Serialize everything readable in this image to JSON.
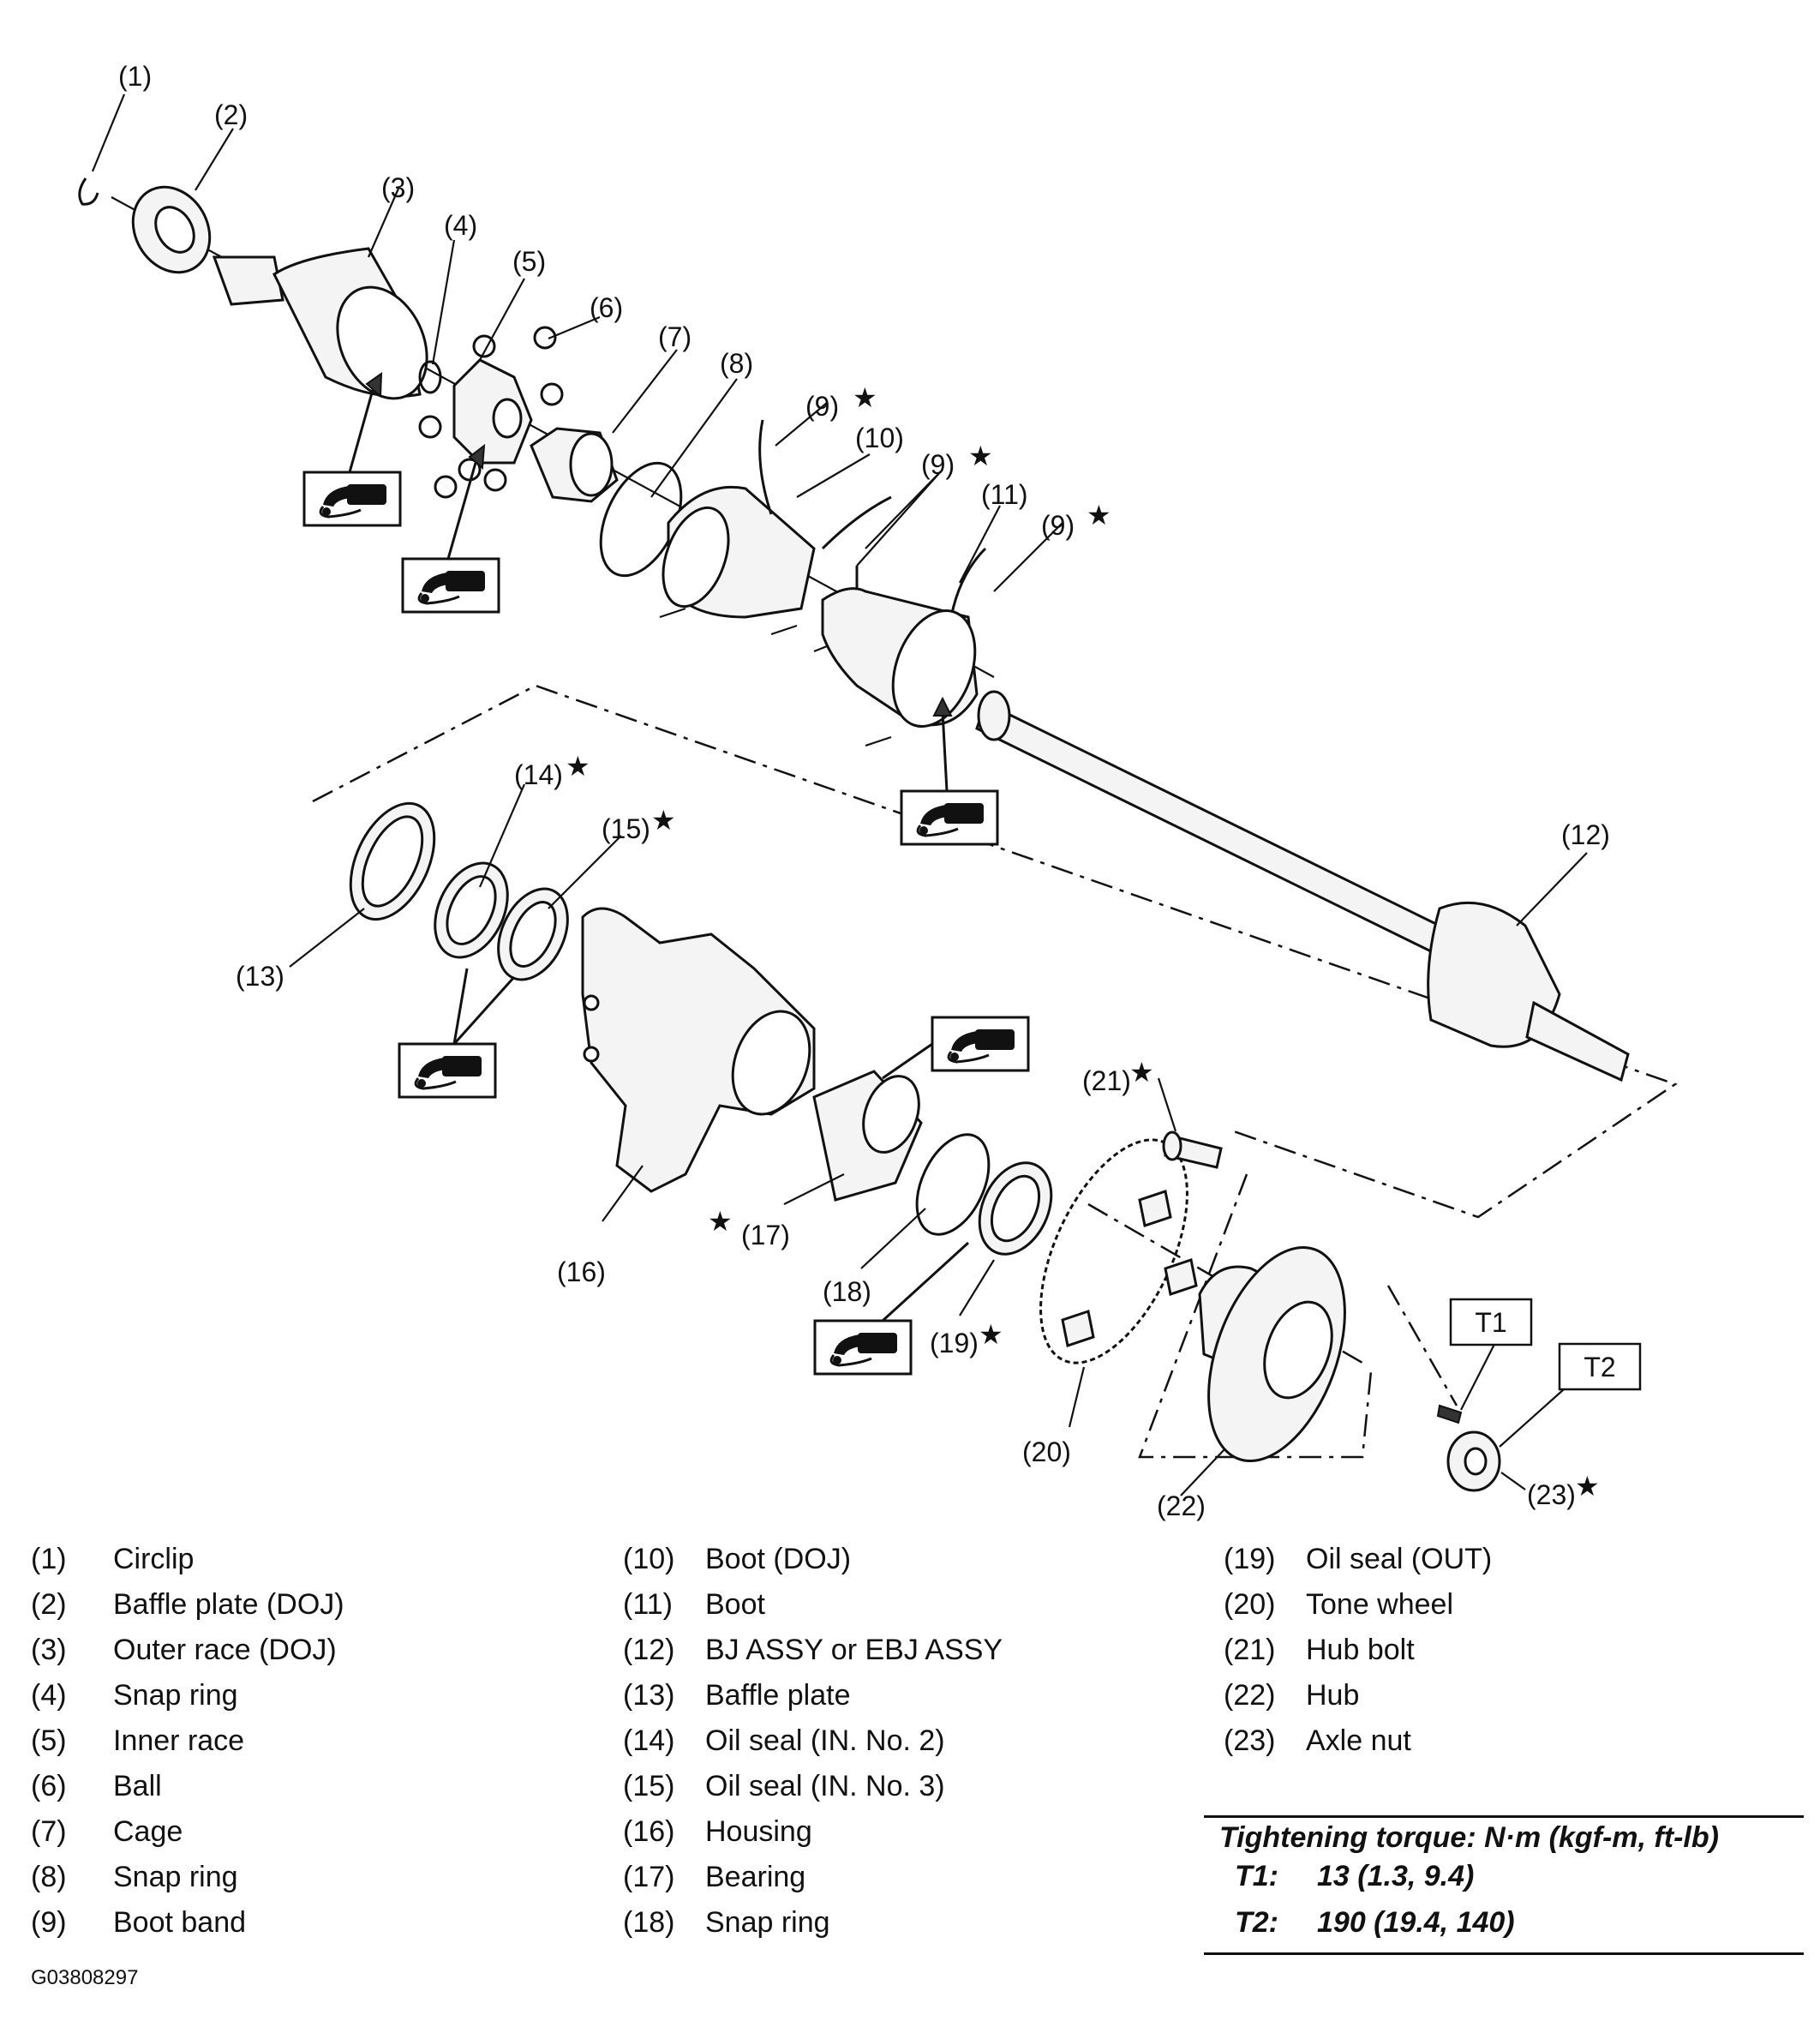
{
  "callouts": {
    "c1": "(1)",
    "c2": "(2)",
    "c3": "(3)",
    "c4": "(4)",
    "c5": "(5)",
    "c6": "(6)",
    "c7": "(7)",
    "c8": "(8)",
    "c9": "(9)",
    "c10": "(10)",
    "c11": "(11)",
    "c12": "(12)",
    "c13": "(13)",
    "c14": "(14)",
    "c15": "(15)",
    "c16": "(16)",
    "c17": "(17)",
    "c18": "(18)",
    "c19": "(19)",
    "c20": "(20)",
    "c21": "(21)",
    "c22": "(22)",
    "c23": "(23)",
    "t1": "T1",
    "t2": "T2",
    "star": "★",
    "grease_icon": "grease-gun-icon"
  },
  "legend": [
    {
      "num": "(1)",
      "label": "Circlip"
    },
    {
      "num": "(2)",
      "label": "Baffle plate (DOJ)"
    },
    {
      "num": "(3)",
      "label": "Outer race (DOJ)"
    },
    {
      "num": "(4)",
      "label": "Snap ring"
    },
    {
      "num": "(5)",
      "label": "Inner race"
    },
    {
      "num": "(6)",
      "label": "Ball"
    },
    {
      "num": "(7)",
      "label": "Cage"
    },
    {
      "num": "(8)",
      "label": "Snap ring"
    },
    {
      "num": "(9)",
      "label": "Boot band"
    },
    {
      "num": "(10)",
      "label": "Boot (DOJ)"
    },
    {
      "num": "(11)",
      "label": "Boot"
    },
    {
      "num": "(12)",
      "label": "BJ ASSY or EBJ ASSY"
    },
    {
      "num": "(13)",
      "label": "Baffle plate"
    },
    {
      "num": "(14)",
      "label": "Oil seal (IN. No. 2)"
    },
    {
      "num": "(15)",
      "label": "Oil seal (IN. No. 3)"
    },
    {
      "num": "(16)",
      "label": "Housing"
    },
    {
      "num": "(17)",
      "label": "Bearing"
    },
    {
      "num": "(18)",
      "label": "Snap ring"
    },
    {
      "num": "(19)",
      "label": "Oil seal (OUT)"
    },
    {
      "num": "(20)",
      "label": "Tone wheel"
    },
    {
      "num": "(21)",
      "label": "Hub bolt"
    },
    {
      "num": "(22)",
      "label": "Hub"
    },
    {
      "num": "(23)",
      "label": "Axle nut"
    }
  ],
  "torque": {
    "title": "Tightening torque: N·m (kgf-m, ft-lb)",
    "rows": [
      {
        "key": "T1:",
        "value": "13 (1.3, 9.4)"
      },
      {
        "key": "T2:",
        "value": "190 (19.4, 140)"
      }
    ]
  },
  "figure_id": "G03808297"
}
